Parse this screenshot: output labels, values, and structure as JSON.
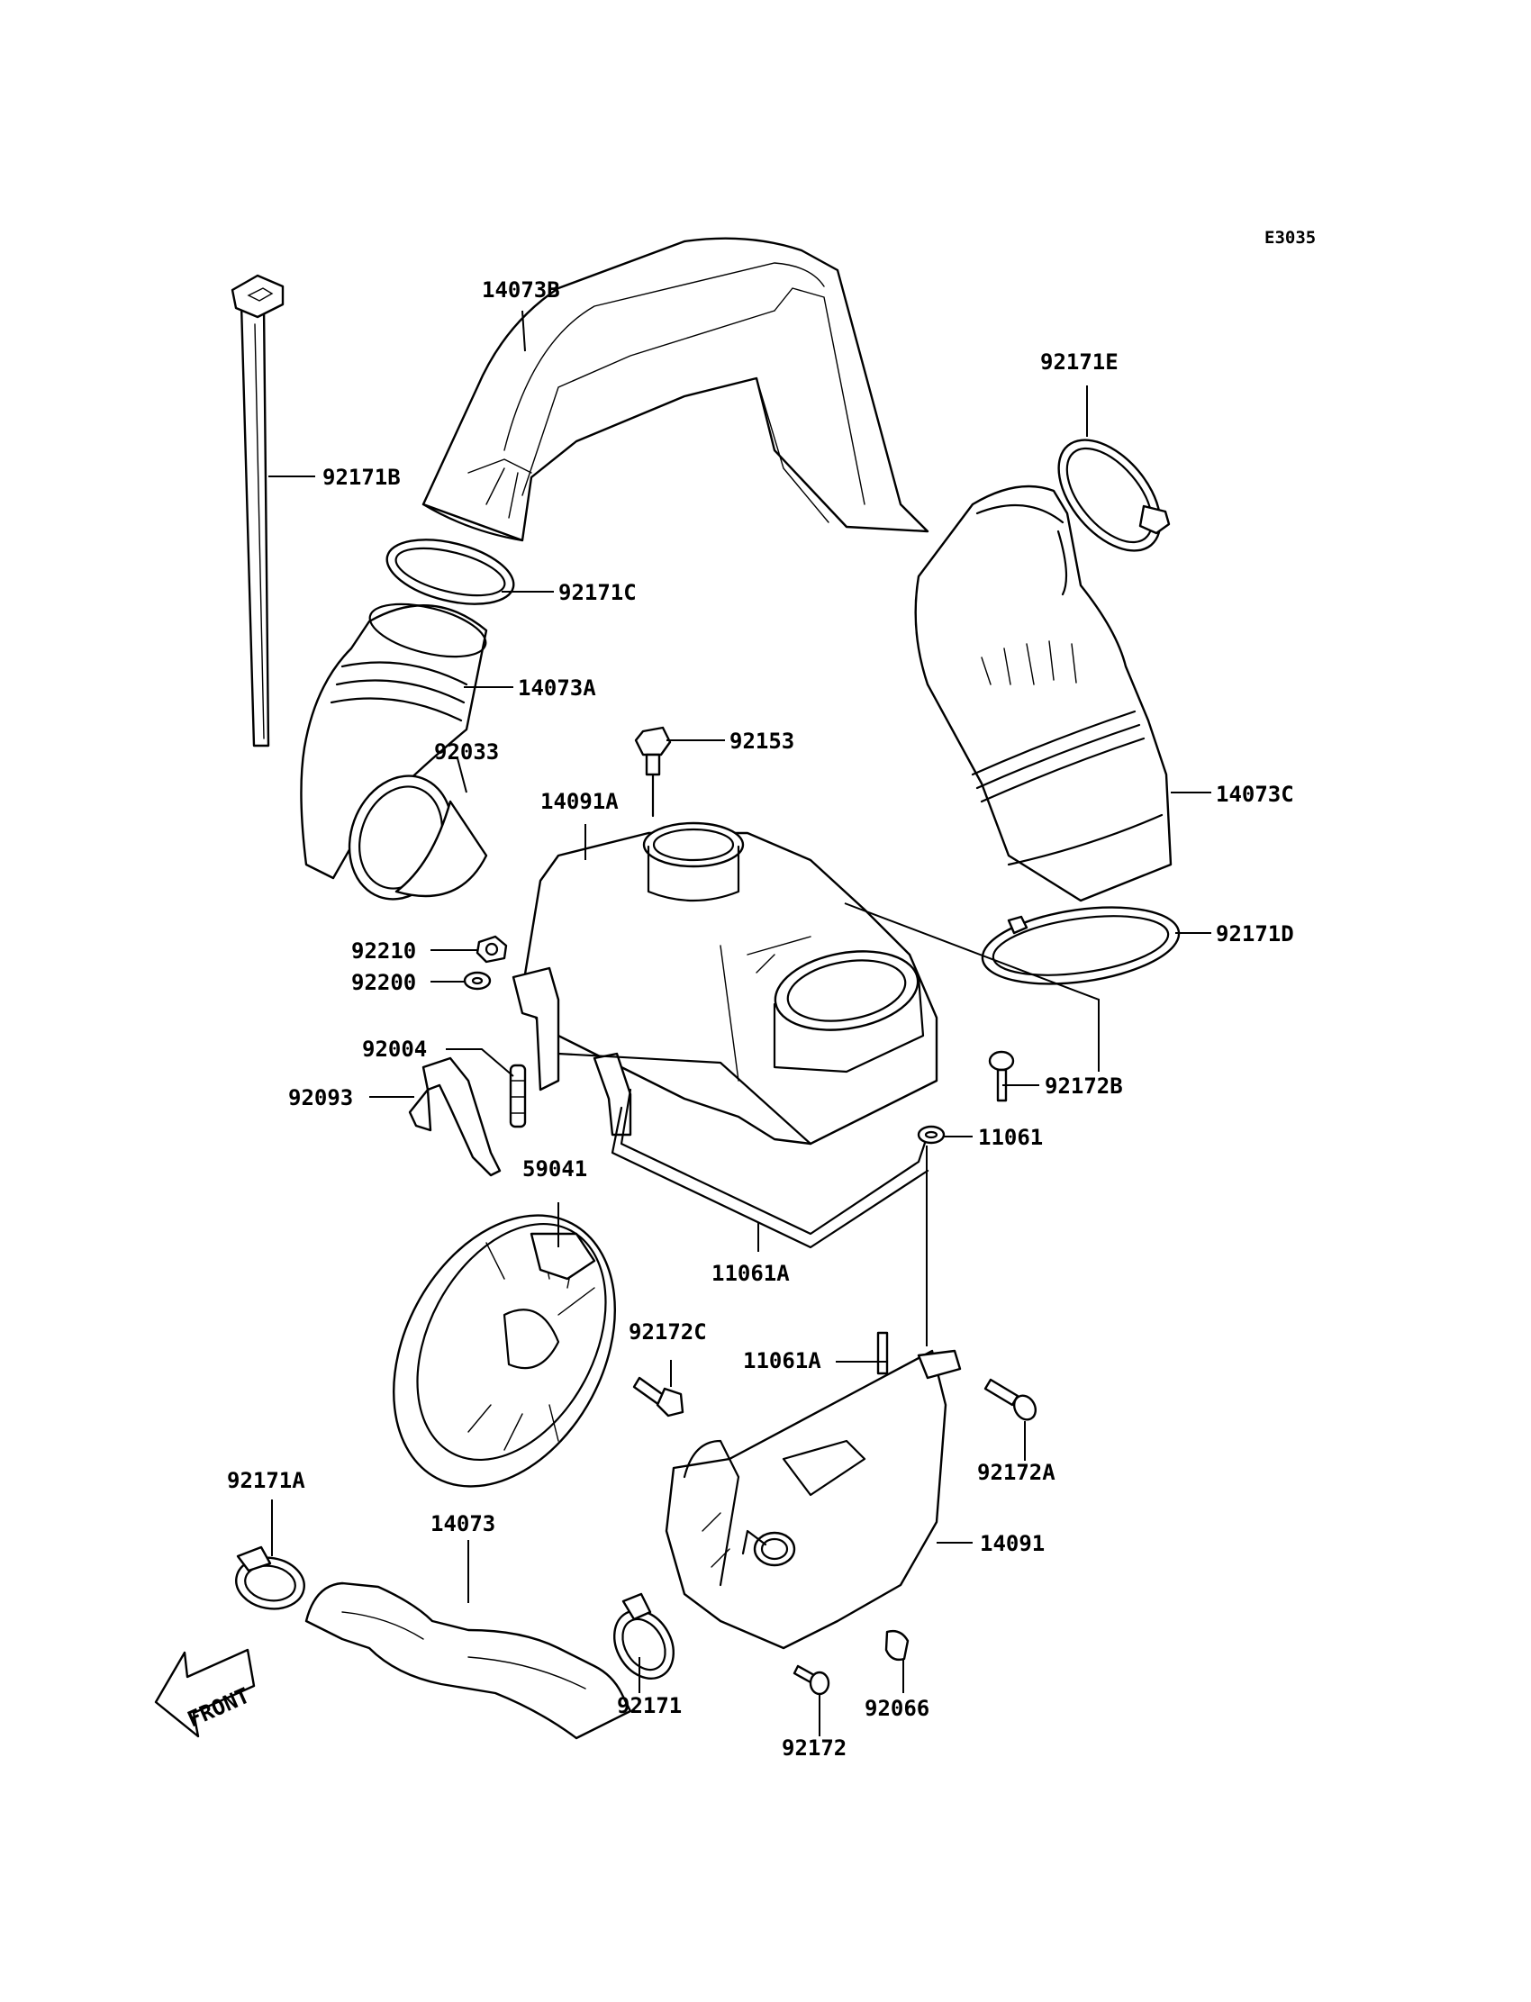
{
  "diagram": {
    "reference": "E3035",
    "front_label": "FRONT",
    "parts": [
      {
        "id": "14073B"
      },
      {
        "id": "92171B"
      },
      {
        "id": "92171E"
      },
      {
        "id": "92171C"
      },
      {
        "id": "14073A"
      },
      {
        "id": "92033"
      },
      {
        "id": "92153"
      },
      {
        "id": "14091A"
      },
      {
        "id": "14073C"
      },
      {
        "id": "92171D"
      },
      {
        "id": "92210"
      },
      {
        "id": "92200"
      },
      {
        "id": "92004"
      },
      {
        "id": "92172B"
      },
      {
        "id": "92093"
      },
      {
        "id": "11061"
      },
      {
        "id": "59041"
      },
      {
        "id": "11061A"
      },
      {
        "id": "92172C"
      },
      {
        "id": "11061A"
      },
      {
        "id": "92172A"
      },
      {
        "id": "92171A"
      },
      {
        "id": "14073"
      },
      {
        "id": "14091"
      },
      {
        "id": "92171"
      },
      {
        "id": "92066"
      },
      {
        "id": "92172"
      }
    ]
  }
}
